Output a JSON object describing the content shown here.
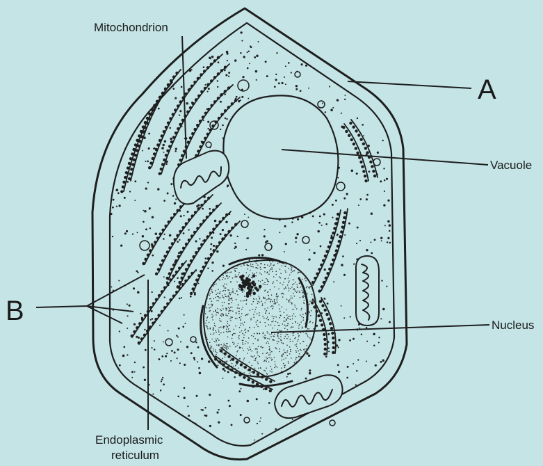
{
  "diagram": {
    "labels": {
      "mitochondrion": "Mitochondrion",
      "a": "A",
      "vacuole": "Vacuole",
      "b": "B",
      "nucleus": "Nucleus",
      "er_line1": "Endoplasmic",
      "er_line2": "reticulum"
    },
    "colors": {
      "background": "#c4e4e6",
      "ink": "#1e1e1e"
    }
  }
}
